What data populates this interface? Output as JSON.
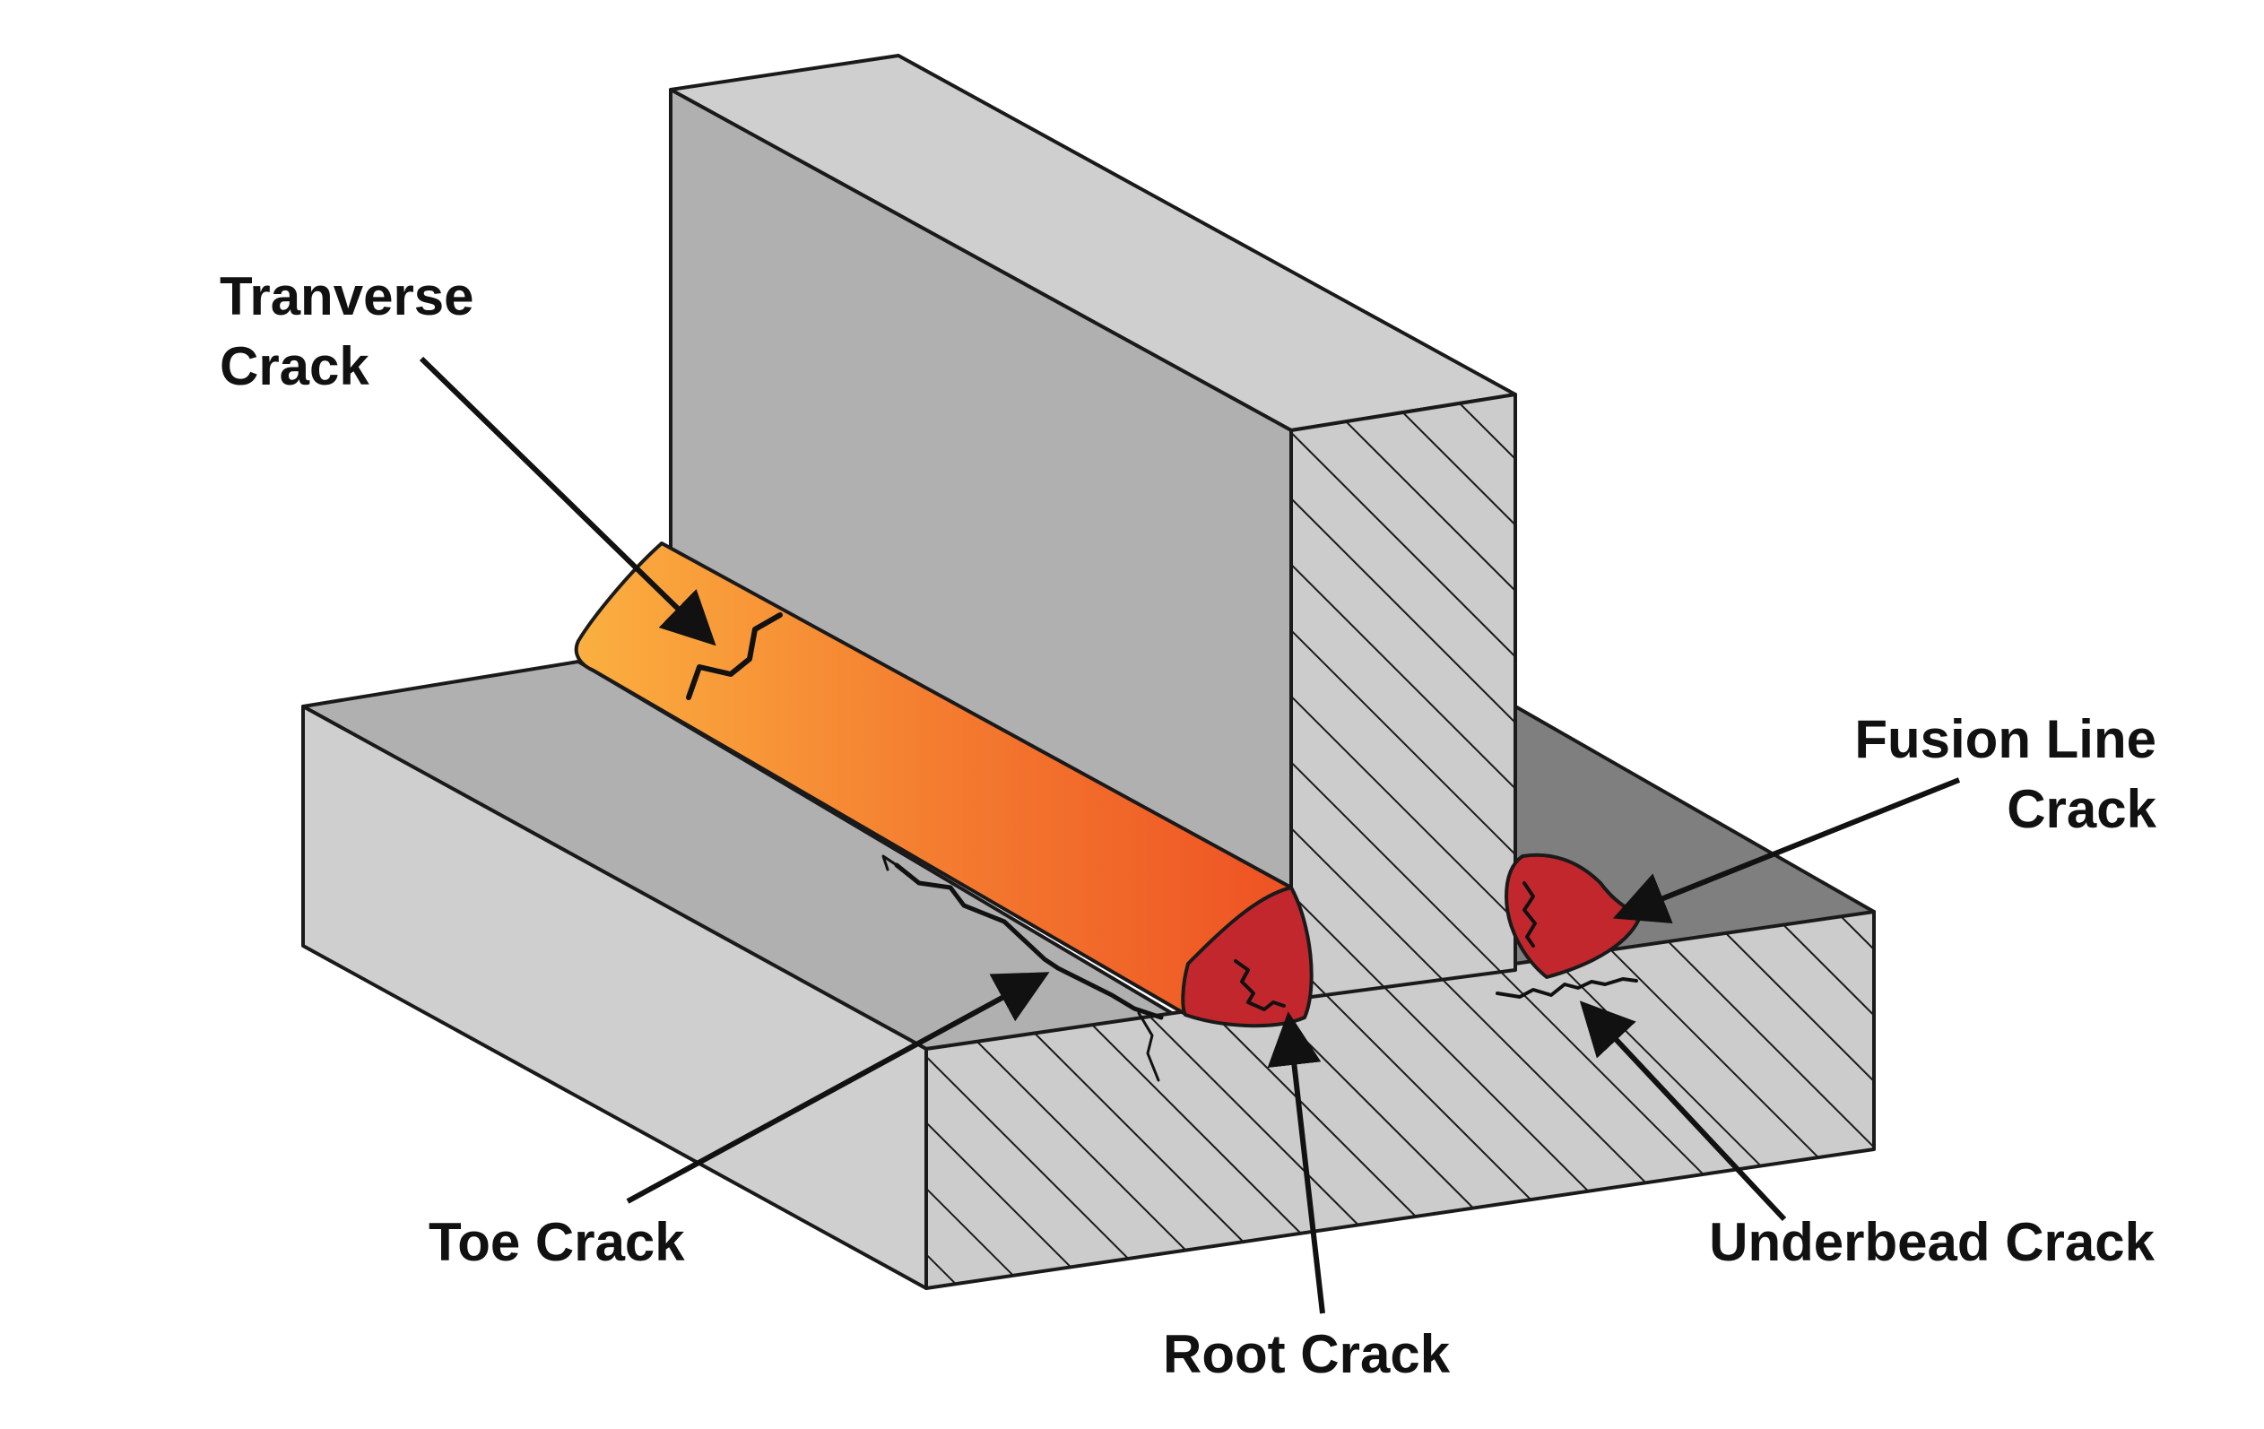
{
  "labels": {
    "transverse": [
      "Tranverse",
      "Crack"
    ],
    "fusion_line": [
      "Fusion Line",
      "Crack"
    ],
    "toe": "Toe Crack",
    "root": "Root Crack",
    "underbead": "Underbead Crack"
  },
  "colors": {
    "outline": "#1a1a1a",
    "light_gray": "#cfcfcf",
    "mid_gray": "#b0b0b0",
    "dark_gray": "#7f7f7f",
    "hatch_bg": "#cccccc",
    "weld_start": "#fbb040",
    "weld_mid": "#f47d30",
    "weld_end": "#ee5223",
    "crack_red": "#c1272d"
  }
}
